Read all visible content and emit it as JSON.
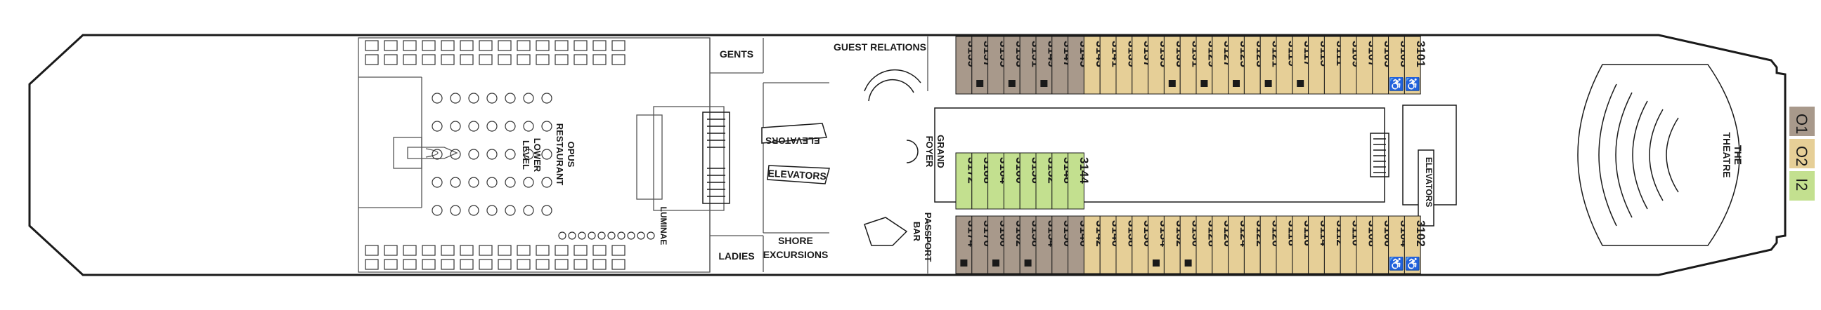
{
  "colors": {
    "O1": "#a8998b",
    "O2": "#e6cf97",
    "I2": "#c3e08f",
    "hull_stroke": "#1a1a1a"
  },
  "labels": {
    "gents": "GENTS",
    "guest_relations": "GUEST RELATIONS",
    "ladies": "LADIES",
    "shore_excursions_1": "SHORE",
    "shore_excursions_2": "EXCURSIONS",
    "elevators_fwd": "ELEVATORS",
    "elevators_aft_top": "ELEVATORS",
    "elevators_aft_bottom": "ELEVATORS",
    "grand_foyer_1": "GRAND",
    "grand_foyer_2": "FOYER",
    "passport_bar_1": "PASSPORT",
    "passport_bar_2": "BAR",
    "opus_1": "OPUS",
    "opus_2": "RESTAURANT",
    "lower_level_1": "LOWER",
    "lower_level_2": "LEVEL",
    "luminae": "LUMINAE",
    "theatre_1": "THE",
    "theatre_2": "THEATRE"
  },
  "legend": [
    {
      "code": "O1",
      "color": "#a8998b"
    },
    {
      "code": "O2",
      "color": "#e6cf97"
    },
    {
      "code": "I2",
      "color": "#c3e08f"
    }
  ],
  "cabins": {
    "top_row": [
      {
        "num": "3159",
        "cat": "O1",
        "mark": ""
      },
      {
        "num": "3157",
        "cat": "O1",
        "mark": "square"
      },
      {
        "num": "3155",
        "cat": "O1",
        "mark": ""
      },
      {
        "num": "3153",
        "cat": "O1",
        "mark": "square"
      },
      {
        "num": "3151",
        "cat": "O1",
        "mark": ""
      },
      {
        "num": "3149",
        "cat": "O1",
        "mark": "square"
      },
      {
        "num": "3147",
        "cat": "O1",
        "mark": ""
      },
      {
        "num": "3145",
        "cat": "O1",
        "mark": ""
      },
      {
        "num": "3143",
        "cat": "O2",
        "mark": ""
      },
      {
        "num": "3141",
        "cat": "O2",
        "mark": ""
      },
      {
        "num": "3139",
        "cat": "O2",
        "mark": ""
      },
      {
        "num": "3137",
        "cat": "O2",
        "mark": ""
      },
      {
        "num": "3135",
        "cat": "O2",
        "mark": ""
      },
      {
        "num": "3133",
        "cat": "O2",
        "mark": "square"
      },
      {
        "num": "3131",
        "cat": "O2",
        "mark": ""
      },
      {
        "num": "3129",
        "cat": "O2",
        "mark": "square"
      },
      {
        "num": "3127",
        "cat": "O2",
        "mark": ""
      },
      {
        "num": "3125",
        "cat": "O2",
        "mark": "square"
      },
      {
        "num": "3123",
        "cat": "O2",
        "mark": ""
      },
      {
        "num": "3121",
        "cat": "O2",
        "mark": "square"
      },
      {
        "num": "3119",
        "cat": "O2",
        "mark": ""
      },
      {
        "num": "3117",
        "cat": "O2",
        "mark": "square"
      },
      {
        "num": "3115",
        "cat": "O2",
        "mark": ""
      },
      {
        "num": "3111",
        "cat": "O2",
        "mark": ""
      },
      {
        "num": "3109",
        "cat": "O2",
        "mark": ""
      },
      {
        "num": "3107",
        "cat": "O2",
        "mark": ""
      },
      {
        "num": "3105",
        "cat": "O2",
        "mark": ""
      },
      {
        "num": "3103",
        "cat": "O2",
        "mark": "accessible"
      },
      {
        "num": "3101",
        "cat": "O2",
        "mark": "accessible"
      }
    ],
    "bottom_row": [
      {
        "num": "3174",
        "cat": "O1",
        "mark": "square"
      },
      {
        "num": "3170",
        "cat": "O1",
        "mark": ""
      },
      {
        "num": "3166",
        "cat": "O1",
        "mark": "square"
      },
      {
        "num": "3162",
        "cat": "O1",
        "mark": ""
      },
      {
        "num": "3158",
        "cat": "O1",
        "mark": "square"
      },
      {
        "num": "3154",
        "cat": "O1",
        "mark": ""
      },
      {
        "num": "3150",
        "cat": "O1",
        "mark": ""
      },
      {
        "num": "3146",
        "cat": "O1",
        "mark": ""
      },
      {
        "num": "3142",
        "cat": "O2",
        "mark": ""
      },
      {
        "num": "3140",
        "cat": "O2",
        "mark": ""
      },
      {
        "num": "3138",
        "cat": "O2",
        "mark": ""
      },
      {
        "num": "3136",
        "cat": "O2",
        "mark": ""
      },
      {
        "num": "3134",
        "cat": "O2",
        "mark": "square"
      },
      {
        "num": "3132",
        "cat": "O2",
        "mark": ""
      },
      {
        "num": "3130",
        "cat": "O2",
        "mark": "square"
      },
      {
        "num": "3128",
        "cat": "O2",
        "mark": ""
      },
      {
        "num": "3126",
        "cat": "O2",
        "mark": ""
      },
      {
        "num": "3124",
        "cat": "O2",
        "mark": ""
      },
      {
        "num": "3122",
        "cat": "O2",
        "mark": ""
      },
      {
        "num": "3120",
        "cat": "O2",
        "mark": ""
      },
      {
        "num": "3118",
        "cat": "O2",
        "mark": ""
      },
      {
        "num": "3116",
        "cat": "O2",
        "mark": ""
      },
      {
        "num": "3114",
        "cat": "O2",
        "mark": ""
      },
      {
        "num": "3112",
        "cat": "O2",
        "mark": ""
      },
      {
        "num": "3110",
        "cat": "O2",
        "mark": ""
      },
      {
        "num": "3108",
        "cat": "O2",
        "mark": ""
      },
      {
        "num": "3106",
        "cat": "O2",
        "mark": ""
      },
      {
        "num": "3104",
        "cat": "O2",
        "mark": "accessible"
      },
      {
        "num": "3102",
        "cat": "O2",
        "mark": "accessible"
      }
    ],
    "inside_row": [
      {
        "num": "3172",
        "cat": "I2",
        "mark": ""
      },
      {
        "num": "3168",
        "cat": "I2",
        "mark": ""
      },
      {
        "num": "3164",
        "cat": "I2",
        "mark": ""
      },
      {
        "num": "3160",
        "cat": "I2",
        "mark": ""
      },
      {
        "num": "3156",
        "cat": "I2",
        "mark": ""
      },
      {
        "num": "3152",
        "cat": "I2",
        "mark": ""
      },
      {
        "num": "3148",
        "cat": "I2",
        "mark": ""
      },
      {
        "num": "3144",
        "cat": "I2",
        "mark": ""
      }
    ]
  }
}
